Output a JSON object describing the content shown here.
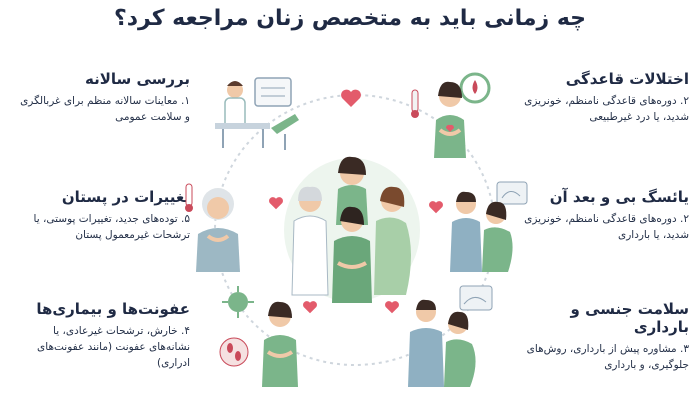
{
  "title": "چه زمانی باید به متخصص زنان مراجعه کرد؟",
  "sections": [
    {
      "heading": "بررسی سالانه",
      "body": "۱. معاینات سالانه منظم برای غربالگری و سلامت عمومی"
    },
    {
      "heading": "اختلالات قاعدگی",
      "body": "۲. دوره‌های قاعدگی نامنظم، خونریزی شدید، یا درد غیرطبیعی"
    },
    {
      "heading": "تغییرات در پستان",
      "body": "۵. توده‌های جدید، تغییرات پوستی، یا ترشحات غیرمعمول پستان"
    },
    {
      "heading": "یائسگ بی و بعد آن",
      "body": "۲. دوره‌های قاعدگی نامنظم، خونریزی شدید، یا بارداری"
    },
    {
      "heading": "عفونت‌ها و بیماری‌ها",
      "body": "۴. خارش، ترشحات غیرعادی، یا نشانه‌های عفونت (مانند عفونت‌های ادراری)"
    },
    {
      "heading": "سلامت جنسی و بارداری",
      "body": "۳. مشاوره پیش از بارداری، روش‌های جلوگیری، و بارداری"
    }
  ],
  "colors": {
    "heading": "#1f2a44",
    "green": "#7bb58a",
    "heart": "#e35b6b",
    "accent": "#c94a5a"
  }
}
